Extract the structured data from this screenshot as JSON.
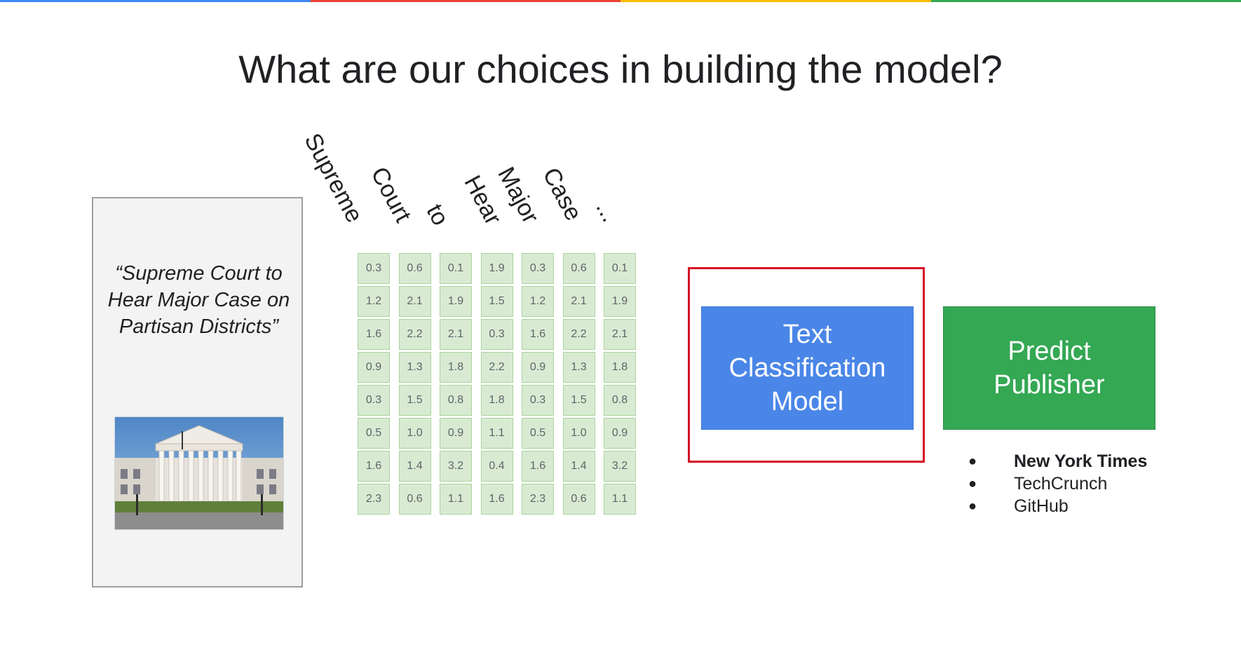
{
  "title": "What are our choices in building the model?",
  "colors": {
    "google_blue": "#4285f4",
    "google_red": "#ea4335",
    "google_yellow": "#fbbc04",
    "google_green": "#34a853",
    "model_box": "#4a86e8",
    "predict_box": "#34a853",
    "highlight": "#d50f25",
    "cell_fill": "#d9ead3",
    "cell_border": "#a8d49a"
  },
  "article": {
    "headline": "“Supreme Court to Hear Major Case on Partisan Districts”",
    "image": "supreme-court-building-photo"
  },
  "tokens": [
    "Supreme",
    "Court",
    "to",
    "Hear",
    "Major",
    "Case",
    "..."
  ],
  "embedding_matrix": [
    [
      "0.3",
      "0.6",
      "0.1",
      "1.9",
      "0.3",
      "0.6",
      "0.1"
    ],
    [
      "1.2",
      "2.1",
      "1.9",
      "1.5",
      "1.2",
      "2.1",
      "1.9"
    ],
    [
      "1.6",
      "2.2",
      "2.1",
      "0.3",
      "1.6",
      "2.2",
      "2.1"
    ],
    [
      "0.9",
      "1.3",
      "1.8",
      "2.2",
      "0.9",
      "1.3",
      "1.8"
    ],
    [
      "0.3",
      "1.5",
      "0.8",
      "1.8",
      "0.3",
      "1.5",
      "0.8"
    ],
    [
      "0.5",
      "1.0",
      "0.9",
      "1.1",
      "0.5",
      "1.0",
      "0.9"
    ],
    [
      "1.6",
      "1.4",
      "3.2",
      "0.4",
      "1.6",
      "1.4",
      "3.2"
    ],
    [
      "2.3",
      "0.6",
      "1.1",
      "1.6",
      "2.3",
      "0.6",
      "1.1"
    ]
  ],
  "model_box": {
    "label": "Text Classification Model"
  },
  "predict_box": {
    "label": "Predict Publisher"
  },
  "publishers": [
    "New York Times",
    "TechCrunch",
    "GitHub"
  ]
}
